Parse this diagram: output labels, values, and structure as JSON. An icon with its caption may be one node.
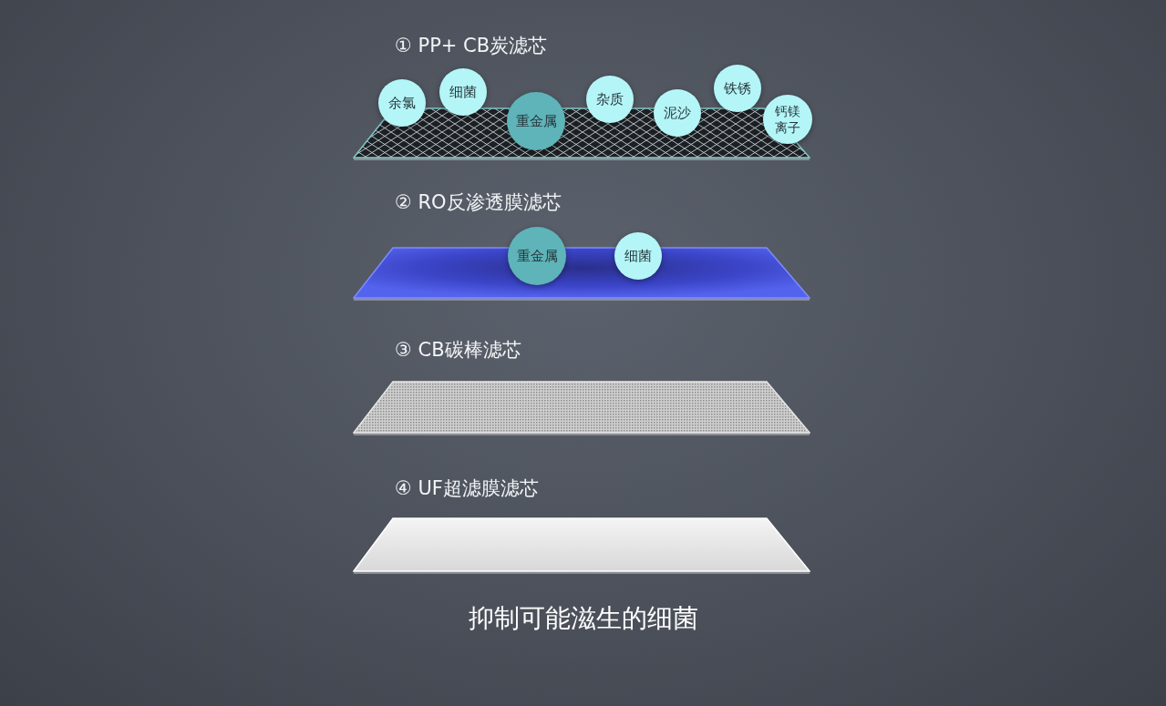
{
  "diagram": {
    "caption": "抑制可能滋生的细菌",
    "nodes": [
      {
        "text": [
          "① PP+ CB炭滤芯"
        ]
      },
      {
        "text": [
          "余氯"
        ]
      },
      {
        "text": [
          "细菌"
        ]
      },
      {
        "text": [
          "重金属"
        ]
      },
      {
        "text": [
          "杂质"
        ]
      },
      {
        "text": [
          "泥沙"
        ]
      },
      {
        "text": [
          "铁锈"
        ]
      },
      {
        "text": [
          "钙镁离子"
        ]
      },
      {
        "text": [
          "② RO反渗透膜滤芯"
        ]
      },
      {
        "text": [
          "重金属"
        ]
      },
      {
        "text": [
          "细菌"
        ]
      },
      {
        "text": [
          "③ CB碳棒滤芯"
        ]
      },
      {
        "text": [
          "④ UF超滤膜滤芯"
        ]
      }
    ]
  }
}
